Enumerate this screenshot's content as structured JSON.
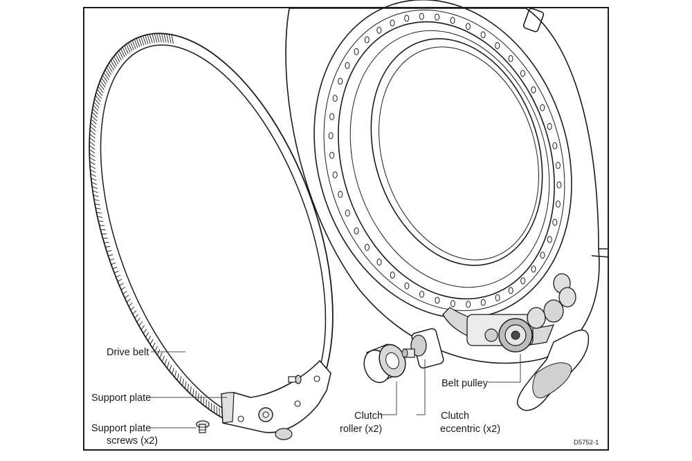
{
  "labels": {
    "drive_belt": "Drive belt",
    "support_plate": "Support plate",
    "support_plate_screws_1": "Support plate",
    "support_plate_screws_2": "screws (x2)",
    "clutch_roller_1": "Clutch",
    "clutch_roller_2": "roller (x2)",
    "clutch_eccentric_1": "Clutch",
    "clutch_eccentric_2": "eccentric (x2)",
    "belt_pulley": "Belt pulley"
  },
  "reference_code": "D5752-1",
  "colors": {
    "line": "#1a1a1a",
    "shade": "#d9d9d9",
    "dark": "#4a4a4a"
  }
}
